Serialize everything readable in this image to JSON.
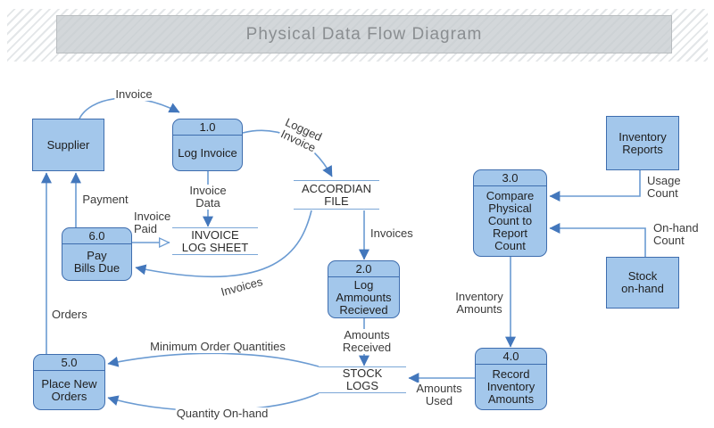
{
  "title": "Physical Data Flow Diagram",
  "nodes": {
    "supplier": {
      "label": "Supplier"
    },
    "p1": {
      "id": "1.0",
      "label": "Log Invoice"
    },
    "p2": {
      "id": "2.0",
      "label": "Log\nAmmounts\nRecieved"
    },
    "p3": {
      "id": "3.0",
      "label": "Compare\nPhysical\nCount to\nReport\nCount"
    },
    "p4": {
      "id": "4.0",
      "label": "Record\nInventory\nAmounts"
    },
    "p5": {
      "id": "5.0",
      "label": "Place New\nOrders"
    },
    "p6": {
      "id": "6.0",
      "label": "Pay\nBills Due"
    },
    "accordian_file": {
      "label": "ACCORDIAN\nFILE"
    },
    "invoice_log_sheet": {
      "label": "INVOICE\nLOG SHEET"
    },
    "stock_logs": {
      "label": "STOCK\nLOGS"
    },
    "inventory_reports": {
      "label": "Inventory\nReports"
    },
    "stock_on_hand": {
      "label": "Stock\non-hand"
    }
  },
  "flows": {
    "invoice": "Invoice",
    "logged_invoice": "Logged\nInvoice",
    "invoice_data": "Invoice\nData",
    "payment": "Payment",
    "invoice_paid": "Invoice\nPaid",
    "invoices_to_p2": "Invoices",
    "invoices_to_p6": "Invoices",
    "usage_count": "Usage\nCount",
    "on_hand_count": "On-hand\nCount",
    "inventory_amounts": "Inventory\nAmounts",
    "amounts_received": "Amounts\nReceived",
    "amounts_used": "Amounts\nUsed",
    "minimum_order_quantities": "Minimum Order Quantities",
    "quantity_on_hand": "Quantity On-hand",
    "orders": "Orders"
  },
  "colors": {
    "node_fill": "#A3C7EB",
    "node_border": "#3E6DAE",
    "flow_line": "#6B9BD2",
    "arrowhead": "#4377BC",
    "datastore_line": "#7BA7D7",
    "title_text": "#8A8E91"
  }
}
